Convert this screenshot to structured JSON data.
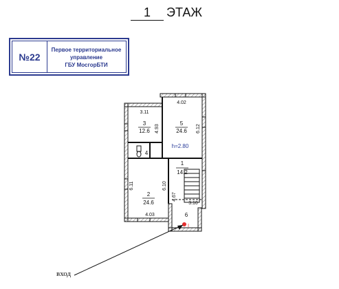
{
  "header": {
    "floor_number": "1",
    "floor_label": "ЭТАЖ"
  },
  "stamp": {
    "number": "№22",
    "line1": "Первое территориальное",
    "line2": "управление",
    "line3": "ГБУ МосгорБТИ"
  },
  "rooms": [
    {
      "id": "1",
      "area": "14.2"
    },
    {
      "id": "2",
      "area": "24.6"
    },
    {
      "id": "3",
      "area": "12.6"
    },
    {
      "id": "4",
      "area": ""
    },
    {
      "id": "5",
      "area": "24.6"
    },
    {
      "id": "6",
      "area": ""
    }
  ],
  "dimensions": {
    "d_402": "4.02",
    "d_311": "3.11",
    "d_493": "4.93",
    "d_612": "6.12",
    "d_611": "6.11",
    "d_610": "6.10",
    "d_403": "4.03",
    "d_467": "4.67",
    "d_310": "3.10"
  },
  "ceiling_height": "h=2.80",
  "entrance_mark": "I",
  "entrance_label": "вход",
  "colors": {
    "stamp": "#2b3a8f",
    "wall": "#111111",
    "height": "#2a3d9a",
    "entrance": "#e53030"
  }
}
